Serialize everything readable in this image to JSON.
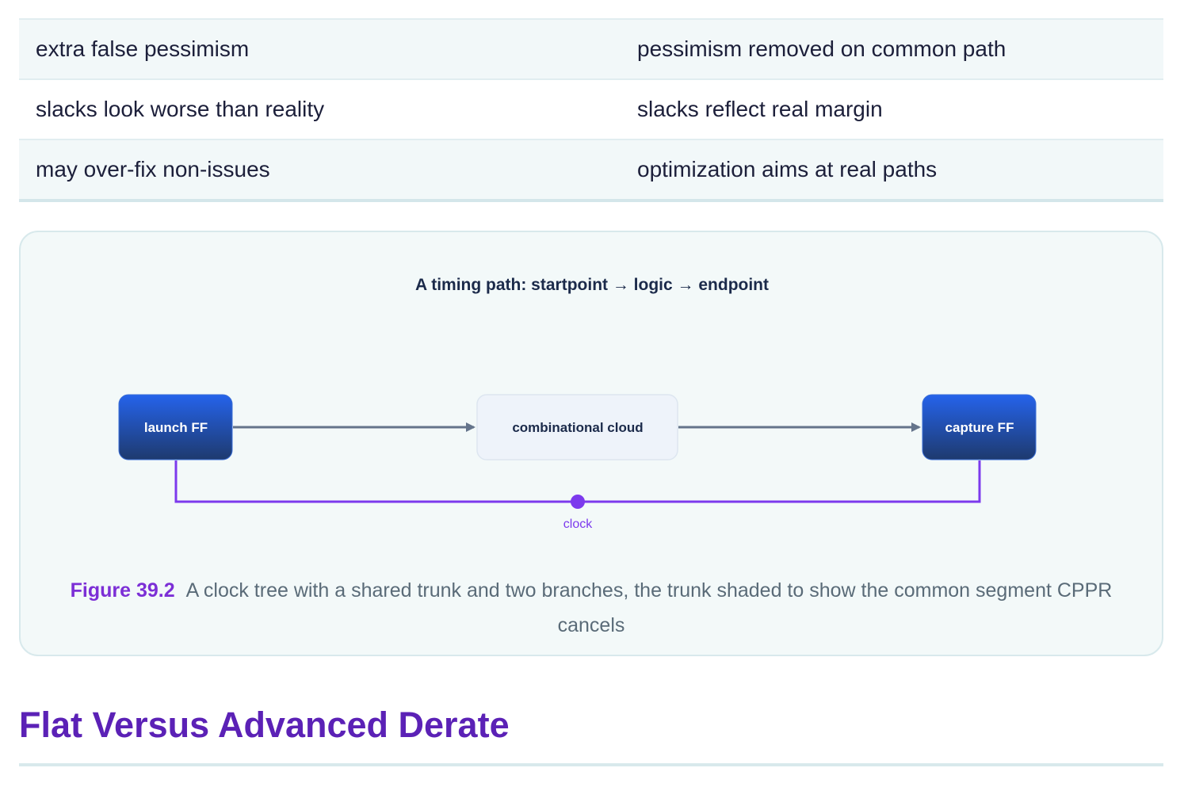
{
  "table": {
    "rows": [
      {
        "left": "extra false pessimism",
        "right": "pessimism removed on common path"
      },
      {
        "left": "slacks look worse than reality",
        "right": "slacks reflect real margin"
      },
      {
        "left": "may over-fix non-issues",
        "right": "optimization aims at real paths"
      }
    ]
  },
  "diagram": {
    "title": "A timing path: startpoint → logic → endpoint",
    "nodes": {
      "launch": "launch FF",
      "cloud": "combinational cloud",
      "capture": "capture FF"
    },
    "clock_label": "clock",
    "colors": {
      "ff_top": "#2563eb",
      "ff_bottom": "#1e3a6e",
      "cloud_fill": "#eef3fa",
      "arrow": "#64748b",
      "clock": "#7c3aed"
    }
  },
  "figure": {
    "number": "Figure 39.2",
    "caption": "A clock tree with a shared trunk and two branches, the trunk shaded to show the common segment CPPR cancels"
  },
  "section": {
    "heading": "Flat Versus Advanced Derate"
  }
}
